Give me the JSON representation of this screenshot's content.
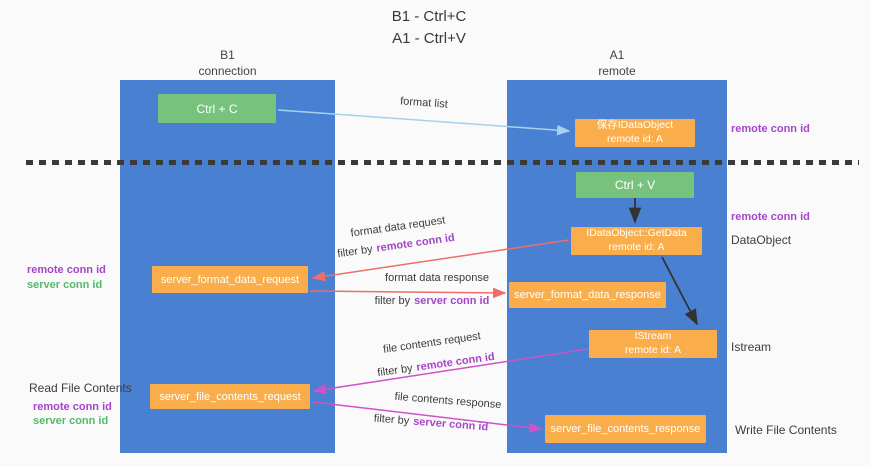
{
  "title": {
    "line1": "B1 - Ctrl+C",
    "line2": "A1 - Ctrl+V"
  },
  "lifelines": {
    "left": {
      "name": "B1",
      "subtitle": "connection"
    },
    "right": {
      "name": "A1",
      "subtitle": "remote"
    }
  },
  "boxes": {
    "ctrl_c": {
      "label": "Ctrl + C"
    },
    "ctrl_v": {
      "label": "Ctrl + V"
    },
    "save_idataobject": {
      "line1": "保存IDataObject",
      "line2": "remote id: A"
    },
    "getdata": {
      "line1": "IDataObject::GetData",
      "line2": "remote id: A"
    },
    "istream": {
      "line1": "IStream",
      "line2": "remote id: A"
    },
    "server_format_data_request": {
      "label": "server_format_data_request"
    },
    "server_format_data_response": {
      "label": "server_format_data_response"
    },
    "server_file_contents_request": {
      "label": "server_file_contents_request"
    },
    "server_file_contents_response": {
      "label": "server_file_contents_response"
    }
  },
  "arrows": {
    "format_list": "format list",
    "format_data_request": "format data request",
    "format_data_response": "format data response",
    "file_contents_request": "file contents request",
    "file_contents_response": "file contents response",
    "filter_by": "filter by"
  },
  "ids": {
    "remote_conn_id": "remote conn id",
    "server_conn_id": "server conn id"
  },
  "side_labels": {
    "dataobject": "DataObject",
    "istream": "Istream",
    "read_file_contents": "Read File Contents",
    "write_file_contents": "Write File Contents"
  },
  "colors": {
    "lifeline_blue": "#4a80d2",
    "action_green": "#77c37e",
    "message_orange": "#f9ad4b",
    "remote_conn_purple": "#a645c8",
    "server_conn_green": "#55b96b",
    "request_red": "#ee6d66",
    "contents_magenta": "#cd53c9",
    "format_list_blue": "#a5d2ee",
    "background": "#fafafa"
  }
}
